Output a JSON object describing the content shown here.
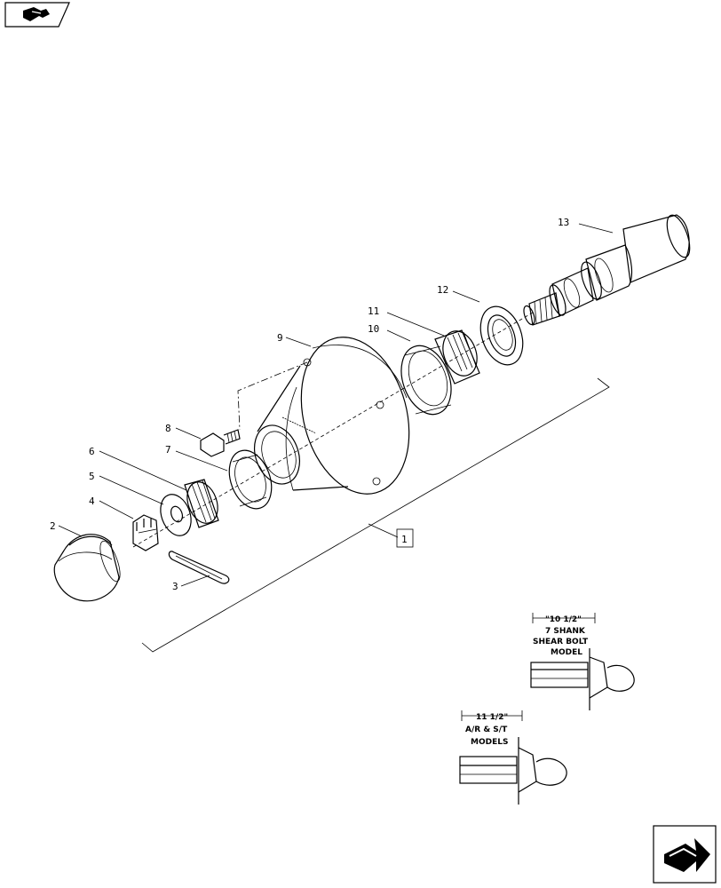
{
  "callouts": {
    "assembly": "1",
    "cap": "2",
    "cotter_pin": "3",
    "castle_nut": "4",
    "washer": "5",
    "outer_cone": "6",
    "outer_cup": "7",
    "bolt": "8",
    "hub": "9",
    "inner_cup": "10",
    "inner_cone": "11",
    "seal": "12",
    "spindle": "13"
  },
  "notes": {
    "shank_line1": "\"10 1/2\"",
    "shank_line2": "7 SHANK",
    "shank_line3": "SHEAR BOLT",
    "shank_line4": "MODEL",
    "ar_line1": "11 1/2\"",
    "ar_line2": "A/R & S/T",
    "ar_line3": "MODELS"
  },
  "icons": {
    "top_left": "back-arrow-icon",
    "bottom_right": "next-page-arrow-icon"
  }
}
